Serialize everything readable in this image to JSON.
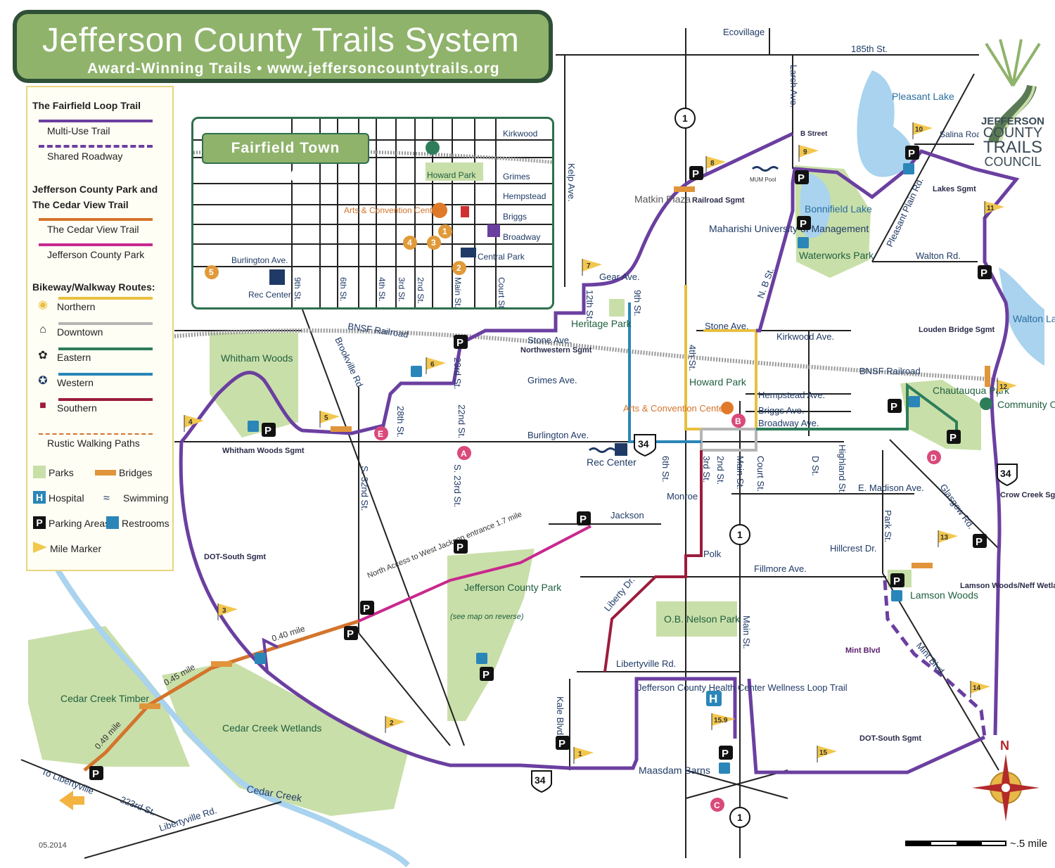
{
  "header": {
    "title": "Jefferson County Trails System",
    "subtitle": "Award-Winning Trails  •  www.jeffersoncountytrails.org"
  },
  "legend": {
    "section1": "The Fairfield Loop Trail",
    "multi_use": "Multi-Use Trail",
    "shared": "Shared Roadway",
    "section2": "Jefferson County Park and The Cedar View Trail",
    "cedar_view": "The Cedar View Trail",
    "county_park": "Jefferson County Park",
    "section3": "Bikeway/Walkway Routes:",
    "northern": "Northern",
    "downtown": "Downtown",
    "eastern": "Eastern",
    "western": "Western",
    "southern": "Southern",
    "rustic": "Rustic Walking Paths",
    "parks": "Parks",
    "bridges": "Bridges",
    "hospital": "Hospital",
    "swimming": "Swimming",
    "parking": "Parking Areas",
    "restrooms": "Restrooms",
    "mile_marker": "Mile Marker"
  },
  "inset": {
    "title": "Fairfield Town Center",
    "streets": [
      "Kirkwood",
      "Grimes",
      "Hempstead",
      "Briggs",
      "Broadway",
      "Burlington Ave.",
      "9th St.",
      "6th St.",
      "4th St.",
      "3rd St.",
      "2nd St.",
      "Main St.",
      "Court St."
    ],
    "places": [
      "Howard Park",
      "Arts & Convention Center",
      "Central Park",
      "Rec Center"
    ],
    "markers": [
      "1",
      "2",
      "3",
      "4",
      "5"
    ]
  },
  "logo": {
    "line1": "JEFFERSON",
    "line2": "COUNTY",
    "line3": "TRAILS",
    "line4": "COUNCIL"
  },
  "map": {
    "streets": {
      "ecovillage": "Ecovillage",
      "st185": "185th St.",
      "larch": "Larch Ave.",
      "kelp": "Kelp Ave.",
      "salina": "Salina Road",
      "pleasant_plain": "Pleasant Plain Rd.",
      "walton_rd": "Walton Rd.",
      "gear": "Gear Ave.",
      "st12": "12th St.",
      "st9": "9th St.",
      "nbst": "N. B St.",
      "stone1": "Stone Ave.",
      "stone2": "Stone Ave.",
      "kirkwood": "Kirkwood Ave.",
      "grimes": "Grimes Ave.",
      "hempstead": "Hempstead Ave.",
      "briggs": "Briggs Ave.",
      "broadway": "Broadway Ave.",
      "burlington": "Burlington Ave.",
      "madison": "E. Madison Ave.",
      "glasgow": "Glasgow Rd.",
      "hillcrest": "Hillcrest Dr.",
      "park_st": "Park St.",
      "highland": "Highland St.",
      "dst": "D St.",
      "court": "Court St.",
      "main1": "Main St.",
      "main2": "Main St.",
      "st2": "2nd St.",
      "st3": "3rd St.",
      "st6": "6th St.",
      "st4": "4th St.",
      "monroe": "Monroe",
      "jackson": "Jackson",
      "polk": "Polk",
      "fillmore": "Fillmore Ave.",
      "liberty": "Liberty Dr.",
      "libertyville": "Libertyville Rd.",
      "libertyville2": "Libertyville Rd.",
      "st223": "223rd St.",
      "to_libertyville": "To Libertyville",
      "kale": "Kale Blvd.",
      "mint1": "Mint Blvd",
      "mint2": "Mint Blvd.",
      "brookville": "Brookville Rd.",
      "s32": "S. 32nd St.",
      "s23": "S. 23rd St.",
      "st23": "23rd St.",
      "st22": "22nd St.",
      "st28": "28th St.",
      "bnsf1": "BNSF Railroad",
      "bnsf2": "BNSF Railroad",
      "b_street": "B Street"
    },
    "places": {
      "pleasant_lake": "Pleasant Lake",
      "bonnifield": "Bonnifield Lake",
      "waterworks": "Waterworks Park",
      "mum_pool": "MUM Pool",
      "matkin": "Matkin Plaza",
      "maharishi": "Maharishi University of Management",
      "walton_lake": "Walton Lake",
      "chautauqua": "Chautauqua Park",
      "orchard": "Community Orchard",
      "heritage": "Heritage Park",
      "howard": "Howard Park",
      "arts": "Arts & Convention Center",
      "rec_center": "Rec Center",
      "whitham": "Whitham Woods",
      "jeff_park": "Jefferson County Park",
      "jeff_park_note": "(see map on reverse)",
      "nelson": "O.B. Nelson Park",
      "lamson": "Lamson Woods",
      "health": "Jefferson County Health Center Wellness Loop Trail",
      "maasdam": "Maasdam Barns",
      "cedar_timber": "Cedar Creek Timber",
      "cedar_wetlands": "Cedar Creek Wetlands",
      "cedar_creek": "Cedar Creek",
      "north_access": "North Access to West Jackson entrance 1.7 mile"
    },
    "segments": {
      "railroad": "Railroad Sgmt",
      "lakes": "Lakes Sgmt",
      "louden": "Louden Bridge Sgmt",
      "crow": "Crow Creek Sgmt",
      "lamson": "Lamson Woods/Neff Wetlands Sgmt",
      "dot_south1": "DOT-South Sgmt",
      "dot_south2": "DOT-South Sgmt",
      "whitham": "Whitham Woods Sgmt",
      "northwestern": "Northwestern Sgmt"
    },
    "distances": {
      "d1": "0.40 mile",
      "d2": "0.45 mile",
      "d3": "0.49 mile"
    },
    "mile_markers": [
      "1",
      "2",
      "3",
      "4",
      "5",
      "6",
      "7",
      "8",
      "9",
      "10",
      "11",
      "12",
      "13",
      "14",
      "15",
      "15.9"
    ],
    "letter_markers": [
      "A",
      "B",
      "C",
      "D",
      "E"
    ],
    "highways": [
      "1",
      "1",
      "1",
      "34",
      "34",
      "34"
    ]
  },
  "footer": {
    "date": "05.2014",
    "scale": "~.5 mile"
  },
  "colors": {
    "loop": "#6b3fa0",
    "cedar_view": "#d4742c",
    "county_park": "#c8288e",
    "northern": "#e8c040",
    "downtown": "#b5b5b5",
    "eastern": "#2e7d5a",
    "western": "#2a86b8",
    "southern": "#9c1c3c",
    "park": "#c9dfa9",
    "water": "#a9d3ee",
    "header": "#8fb36b"
  }
}
